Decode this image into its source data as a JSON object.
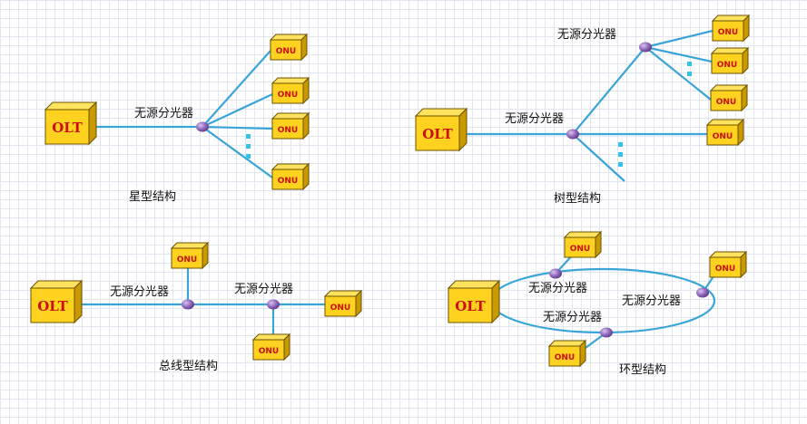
{
  "labels": {
    "olt": "OLT",
    "onu": "ONU",
    "splitter": "无源分光器"
  },
  "captions": {
    "star": "星型结构",
    "tree": "树型结构",
    "bus": "总线型结构",
    "ring": "环型结构"
  },
  "colors": {
    "fiber": "#3aa4d8",
    "box_front": "#ffd21f",
    "box_top": "#ffe35e",
    "box_side": "#c99a00",
    "box_text": "#cc1010",
    "splitter_node": "#8d63b8",
    "ellipsis": "#34c3e8"
  }
}
